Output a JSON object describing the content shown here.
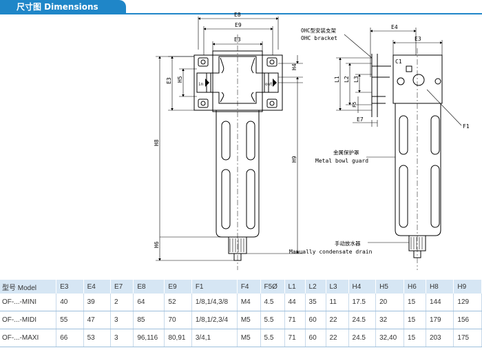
{
  "header": {
    "title": "尺寸图 Dimensions"
  },
  "drawing": {
    "left": {
      "labels": {
        "E8": "E8",
        "E9": "E9",
        "E3": "E3",
        "H4": "H4",
        "H5": "H5",
        "H8": "H8",
        "H9": "H9",
        "H6": "H6",
        "in": "in",
        "out": "out"
      }
    },
    "right": {
      "labels": {
        "E4": "E4",
        "E3": "E3",
        "L1": "L1",
        "L2": "L2",
        "L3": "L3",
        "C1": "C1",
        "F5": "F5",
        "E7": "E7",
        "F1": "F1"
      },
      "callouts": {
        "bracket_cn": "OHC型安装支架",
        "bracket_en": "OHC bracket",
        "guard_cn": "金属保护罩",
        "guard_en": "Metal bowl guard",
        "drain_cn": "手动放水器",
        "drain_en": "Manually condensate drain"
      }
    }
  },
  "table": {
    "headers": [
      "型号 Model",
      "E3",
      "E4",
      "E7",
      "E8",
      "E9",
      "F1",
      "F4",
      "F5Ø",
      "L1",
      "L2",
      "L3",
      "H4",
      "H5",
      "H6",
      "H8",
      "H9"
    ],
    "rows": [
      [
        "OF-...-MINI",
        "40",
        "39",
        "2",
        "64",
        "52",
        "1/8,1/4,3/8",
        "M4",
        "4.5",
        "44",
        "35",
        "11",
        "17.5",
        "20",
        "15",
        "144",
        "129"
      ],
      [
        "OF-...-MIDI",
        "55",
        "47",
        "3",
        "85",
        "70",
        "1/8,1/2,3/4",
        "M5",
        "5.5",
        "71",
        "60",
        "22",
        "24.5",
        "32",
        "15",
        "179",
        "156"
      ],
      [
        "OF-...-MAXI",
        "66",
        "53",
        "3",
        "96,116",
        "80,91",
        "3/4,1",
        "M5",
        "5.5",
        "71",
        "60",
        "22",
        "24.5",
        "32,40",
        "15",
        "203",
        "175"
      ]
    ]
  }
}
